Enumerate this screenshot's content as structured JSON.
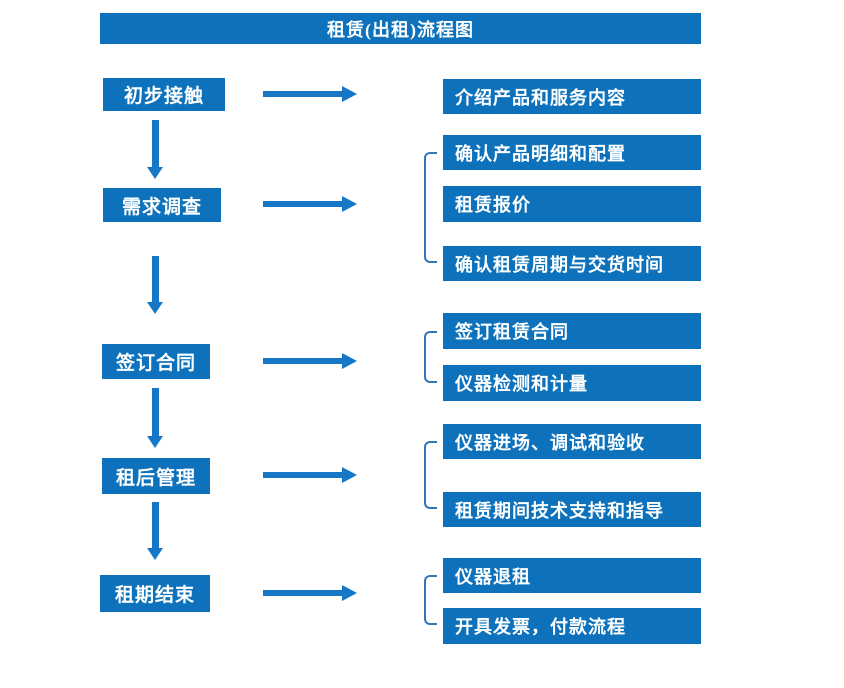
{
  "title": "租赁(出租)流程图",
  "colors": {
    "box_blue": "#0d72bb",
    "arrow_blue": "#1677c6",
    "bracket_blue": "#2f76b8",
    "text_white": "#ffffff"
  },
  "stages": [
    {
      "label": "初步接触",
      "outputs": [
        "介绍产品和服务内容"
      ]
    },
    {
      "label": "需求调查",
      "outputs": [
        "确认产品明细和配置",
        "租赁报价",
        "确认租赁周期与交货时间"
      ]
    },
    {
      "label": "签订合同",
      "outputs": [
        "签订租赁合同",
        "仪器检测和计量"
      ]
    },
    {
      "label": "租后管理",
      "outputs": [
        "仪器进场、调试和验收",
        "租赁期间技术支持和指导"
      ]
    },
    {
      "label": "租期结束",
      "outputs": [
        "仪器退租",
        "开具发票，付款流程"
      ]
    }
  ]
}
